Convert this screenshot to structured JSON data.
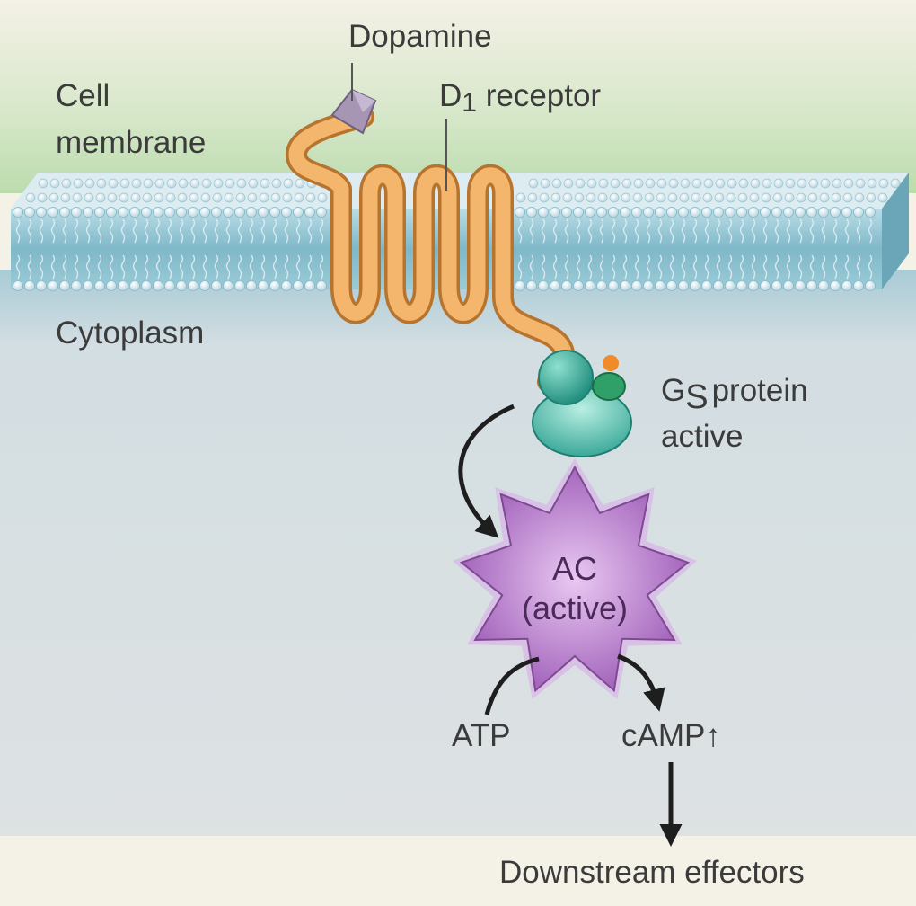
{
  "labels": {
    "dopamine": "Dopamine",
    "cell_membrane_line1": "Cell",
    "cell_membrane_line2": "membrane",
    "d1_receptor_main": "D",
    "d1_receptor_sub": "1",
    "d1_receptor_rest": " receptor",
    "cytoplasm": "Cytoplasm",
    "gs_main": "G",
    "gs_sub": "S",
    "gs_rest": "protein",
    "gs_line2": "active",
    "ac_line1": "AC",
    "ac_line2": "(active)",
    "atp": "ATP",
    "camp": "cAMP↑",
    "downstream": "Downstream effectors"
  },
  "colors": {
    "background": "#f4f1e6",
    "extracellular_green": "#cfe3c4",
    "membrane_blue": "#8cc3d0",
    "cytoplasm": "#dde2e4",
    "receptor": "#f2a657",
    "gprotein": "#3fb3a0",
    "adenylyl_cyclase": "#b07ac6",
    "dopamine": "#9a8aa8"
  }
}
